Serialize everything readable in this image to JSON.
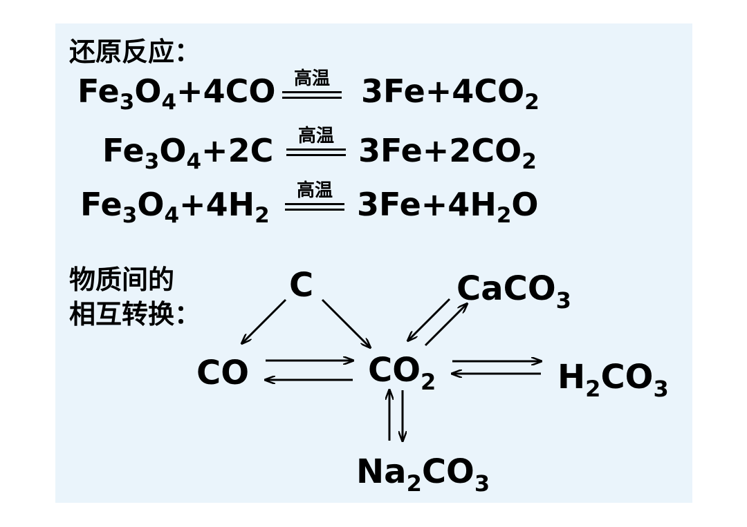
{
  "section1": {
    "heading": "还原反应："
  },
  "reactions": [
    {
      "lhs": [
        [
          "Fe",
          ""
        ],
        [
          "3",
          "sub"
        ],
        [
          "O",
          ""
        ],
        [
          "4",
          "sub"
        ],
        [
          "+4CO",
          ""
        ]
      ],
      "condition": "高温",
      "rhs": [
        [
          "3Fe",
          ""
        ],
        [
          "+4CO",
          ""
        ],
        [
          "2",
          "sub"
        ]
      ]
    },
    {
      "lhs": [
        [
          "Fe",
          ""
        ],
        [
          "3",
          "sub"
        ],
        [
          "O",
          ""
        ],
        [
          "4",
          "sub"
        ],
        [
          "+2C",
          ""
        ]
      ],
      "condition": "高温",
      "rhs": [
        [
          "3Fe",
          ""
        ],
        [
          "+2CO",
          ""
        ],
        [
          "2",
          "sub"
        ]
      ]
    },
    {
      "lhs": [
        [
          "Fe",
          ""
        ],
        [
          "3",
          "sub"
        ],
        [
          "O",
          ""
        ],
        [
          "4",
          "sub"
        ],
        [
          "+4H",
          ""
        ],
        [
          "2",
          "sub"
        ]
      ],
      "condition": "高温",
      "rhs": [
        [
          "3Fe",
          ""
        ],
        [
          "+4H",
          ""
        ],
        [
          "2",
          "sub"
        ],
        [
          "O",
          ""
        ]
      ]
    }
  ],
  "section2": {
    "heading_line1": "物质间的",
    "heading_line2": "相互转换："
  },
  "network": {
    "nodes": {
      "C": [
        [
          "C",
          ""
        ]
      ],
      "CO": [
        [
          "CO",
          ""
        ]
      ],
      "CO2": [
        [
          "CO",
          ""
        ],
        [
          "2",
          "sub"
        ]
      ],
      "CaCO3": [
        [
          "CaCO",
          ""
        ],
        [
          "3",
          "sub"
        ]
      ],
      "H2CO3": [
        [
          "H",
          ""
        ],
        [
          "2",
          "sub"
        ],
        [
          "CO",
          ""
        ],
        [
          "3",
          "sub"
        ]
      ],
      "Na2CO3": [
        [
          "Na",
          ""
        ],
        [
          "2",
          "sub"
        ],
        [
          "CO",
          ""
        ],
        [
          "3",
          "sub"
        ]
      ]
    }
  }
}
